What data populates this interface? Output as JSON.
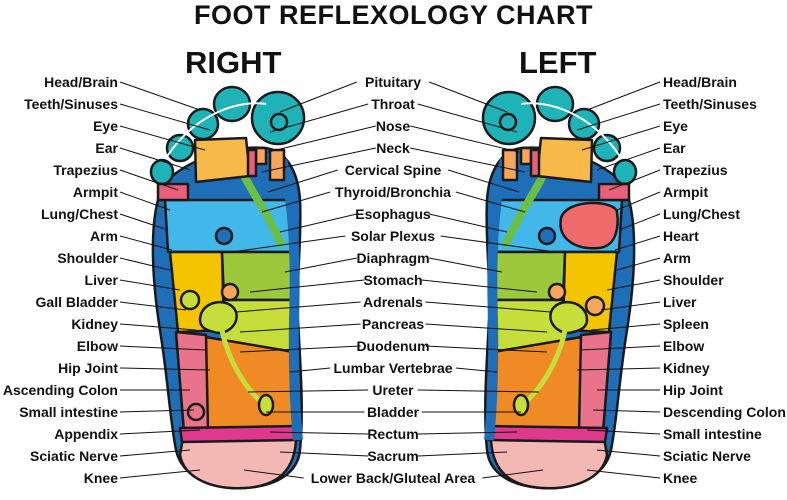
{
  "title": "FOOT REFLEXOLOGY CHART",
  "right_heading": "RIGHT",
  "left_heading": "LEFT",
  "right_outer_labels": [
    "Head/Brain",
    "Teeth/Sinuses",
    "Eye",
    "Ear",
    "Trapezius",
    "Armpit",
    "Lung/Chest",
    "Arm",
    "Shoulder",
    "Liver",
    "Gall Bladder",
    "Kidney",
    "Elbow",
    "Hip Joint",
    "Ascending Colon",
    "Small intestine",
    "Appendix",
    "Sciatic Nerve",
    "Knee"
  ],
  "center_labels": [
    "Pituitary",
    "Throat",
    "Nose",
    "Neck",
    "Cervical Spine",
    "Thyroid/Bronchia",
    "Esophagus",
    "Solar Plexus",
    "Diaphragm",
    "Stomach",
    "Adrenals",
    "Pancreas",
    "Duodenum",
    "Lumbar Vertebrae",
    "Ureter",
    "Bladder",
    "Rectum",
    "Sacrum",
    "Lower Back/Gluteal Area"
  ],
  "left_outer_labels": [
    "Head/Brain",
    "Teeth/Sinuses",
    "Eye",
    "Ear",
    "Trapezius",
    "Armpit",
    "Lung/Chest",
    "Heart",
    "Arm",
    "Shoulder",
    "Liver",
    "Spleen",
    "Elbow",
    "Kidney",
    "Hip Joint",
    "Descending Colon",
    "Small intestine",
    "Sciatic Nerve",
    "Knee"
  ],
  "colors": {
    "outline": "#1a1a1a",
    "toe_teal": "#1fb3b8",
    "toe_orange": "#f5a65b",
    "toe_pink": "#e8607a",
    "head_orange": "#f7b94a",
    "spine_blue": "#1e6fb8",
    "lung_blue": "#42b7ea",
    "thyroid_green": "#6cbf45",
    "liver_yellow": "#f5c400",
    "stomach_green": "#9bc93b",
    "gall_green": "#c7de3a",
    "colon_orange": "#f08a24",
    "intestine_pink": "#e9738a",
    "heel_pink": "#f4b8b4",
    "sciatic_magenta": "#e0388d",
    "heart_red": "#ef6a6a"
  }
}
